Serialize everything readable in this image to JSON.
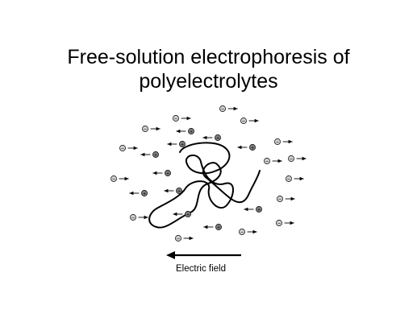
{
  "title": {
    "line1": "Free-solution electrophoresis of",
    "line2": "polyelectrolytes"
  },
  "field": {
    "label": "Electric field",
    "direction": "left"
  },
  "ions": {
    "anion": {
      "sign": "−",
      "arrow": "right",
      "fill": "#cfcfcf"
    },
    "cation": {
      "sign": "+",
      "arrow": "left",
      "fill": "#808080"
    }
  },
  "colors": {
    "line": "#000000",
    "anion_fill": "#cfcfcf",
    "cation_fill": "#808080"
  }
}
